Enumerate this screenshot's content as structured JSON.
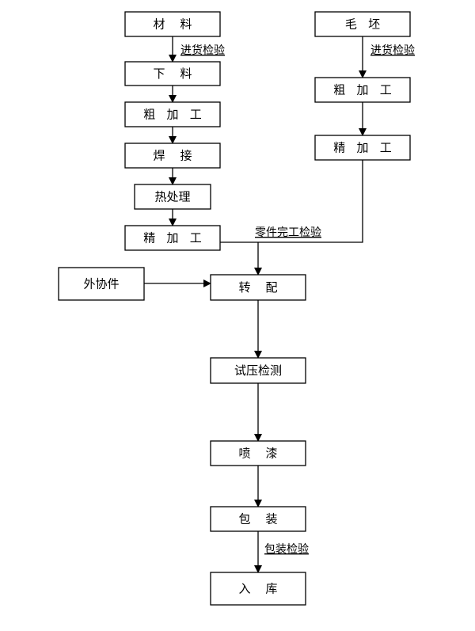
{
  "diagram": {
    "type": "process-flowchart",
    "nodes": [
      {
        "id": "cailiao",
        "label": "材    料"
      },
      {
        "id": "xialiao",
        "label": "下    料"
      },
      {
        "id": "cujiagong1",
        "label": "粗   加   工"
      },
      {
        "id": "hanjie",
        "label": "焊    接"
      },
      {
        "id": "rechuli",
        "label": "热处理"
      },
      {
        "id": "jingjiagong1",
        "label": "精   加   工"
      },
      {
        "id": "maopi",
        "label": "毛   坯"
      },
      {
        "id": "cujiagong2",
        "label": "粗   加   工"
      },
      {
        "id": "jingjiagong2",
        "label": "精   加   工"
      },
      {
        "id": "waixiejian",
        "label": "外协件"
      },
      {
        "id": "zhuanpei",
        "label": "转    配"
      },
      {
        "id": "shiyajiance",
        "label": "试压检测"
      },
      {
        "id": "penqi",
        "label": "喷    漆"
      },
      {
        "id": "baozhuang",
        "label": "包    装"
      },
      {
        "id": "ruku",
        "label": "入    库"
      }
    ],
    "edges": [
      {
        "from": "cailiao",
        "to": "xialiao",
        "label": "进货检验"
      },
      {
        "from": "xialiao",
        "to": "cujiagong1",
        "label": ""
      },
      {
        "from": "cujiagong1",
        "to": "hanjie",
        "label": ""
      },
      {
        "from": "hanjie",
        "to": "rechuli",
        "label": ""
      },
      {
        "from": "rechuli",
        "to": "jingjiagong1",
        "label": ""
      },
      {
        "from": "maopi",
        "to": "cujiagong2",
        "label": "进货检验"
      },
      {
        "from": "cujiagong2",
        "to": "jingjiagong2",
        "label": ""
      },
      {
        "from": "jingjiagong1",
        "to": "zhuanpei",
        "label": "零件完工检验"
      },
      {
        "from": "jingjiagong2",
        "to": "zhuanpei",
        "label": ""
      },
      {
        "from": "waixiejian",
        "to": "zhuanpei",
        "label": ""
      },
      {
        "from": "zhuanpei",
        "to": "shiyajiance",
        "label": ""
      },
      {
        "from": "shiyajiance",
        "to": "penqi",
        "label": ""
      },
      {
        "from": "penqi",
        "to": "baozhuang",
        "label": ""
      },
      {
        "from": "baozhuang",
        "to": "ruku",
        "label": "包装检验"
      }
    ]
  }
}
